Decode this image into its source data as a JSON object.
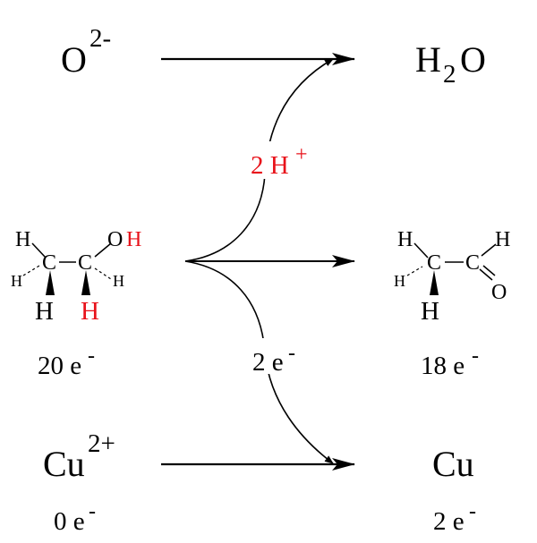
{
  "colors": {
    "text": "#000000",
    "highlight": "#e8121a",
    "background": "#ffffff"
  },
  "oxide": {
    "base": "O",
    "charge": "2-"
  },
  "water": {
    "h": "H",
    "sub": "2",
    "o": "O"
  },
  "proton_label": {
    "text": "2 H",
    "sup": "+"
  },
  "ethanol": {
    "atoms": {
      "h_top": "H",
      "oh_o": "O",
      "oh_h": "H",
      "c1": "C",
      "c2": "C",
      "h_left": "H",
      "h_right": "H",
      "h_bottom_left": "H",
      "h_bottom_red": "H"
    },
    "electrons": "20 e",
    "electrons_sup": "-"
  },
  "acetaldehyde": {
    "atoms": {
      "h_top_left": "H",
      "h_top_right": "H",
      "c1": "C",
      "c2": "C",
      "h_left": "H",
      "o": "O",
      "h_bottom": "H"
    },
    "electrons": "18 e",
    "electrons_sup": "-"
  },
  "electron_label": {
    "text": "2 e",
    "sup": "-"
  },
  "copper_ion": {
    "base": "Cu",
    "charge": "2+",
    "electrons": "0 e",
    "electrons_sup": "-"
  },
  "copper": {
    "base": "Cu",
    "electrons": "2 e",
    "electrons_sup": "-"
  }
}
